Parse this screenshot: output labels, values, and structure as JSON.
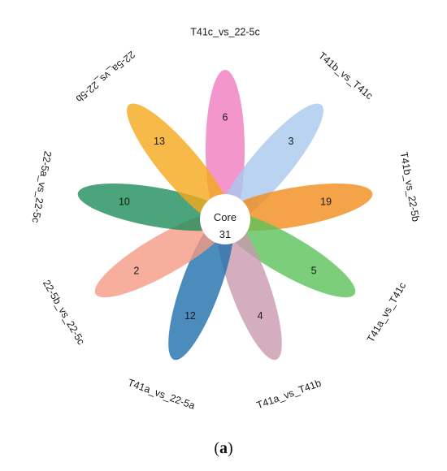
{
  "chart_data": {
    "type": "flower-venn",
    "core": {
      "label": "Core",
      "value": 31
    },
    "petals": [
      {
        "name": "T41c_vs_22-5c",
        "value": 6,
        "color": "#f07cbf"
      },
      {
        "name": "T41b_vs_T41c",
        "value": 3,
        "color": "#a8c8ee"
      },
      {
        "name": "T41b_vs_22-5b",
        "value": 19,
        "color": "#f28c1c"
      },
      {
        "name": "T41a_vs_T41c",
        "value": 5,
        "color": "#5cc25a"
      },
      {
        "name": "T41a_vs_T41b",
        "value": 4,
        "color": "#c99aae"
      },
      {
        "name": "T41a_vs_22-5a",
        "value": 12,
        "color": "#1f6fad"
      },
      {
        "name": "22-5b_vs_22-5c",
        "value": 2,
        "color": "#f59a85"
      },
      {
        "name": "22-5a_vs_22-5c",
        "value": 10,
        "color": "#1e8d5a"
      },
      {
        "name": "22-5a_vs_22-5b",
        "value": 13,
        "color": "#f5a91b"
      }
    ]
  },
  "caption": {
    "open": "(",
    "letter": "a",
    "close": ")"
  }
}
